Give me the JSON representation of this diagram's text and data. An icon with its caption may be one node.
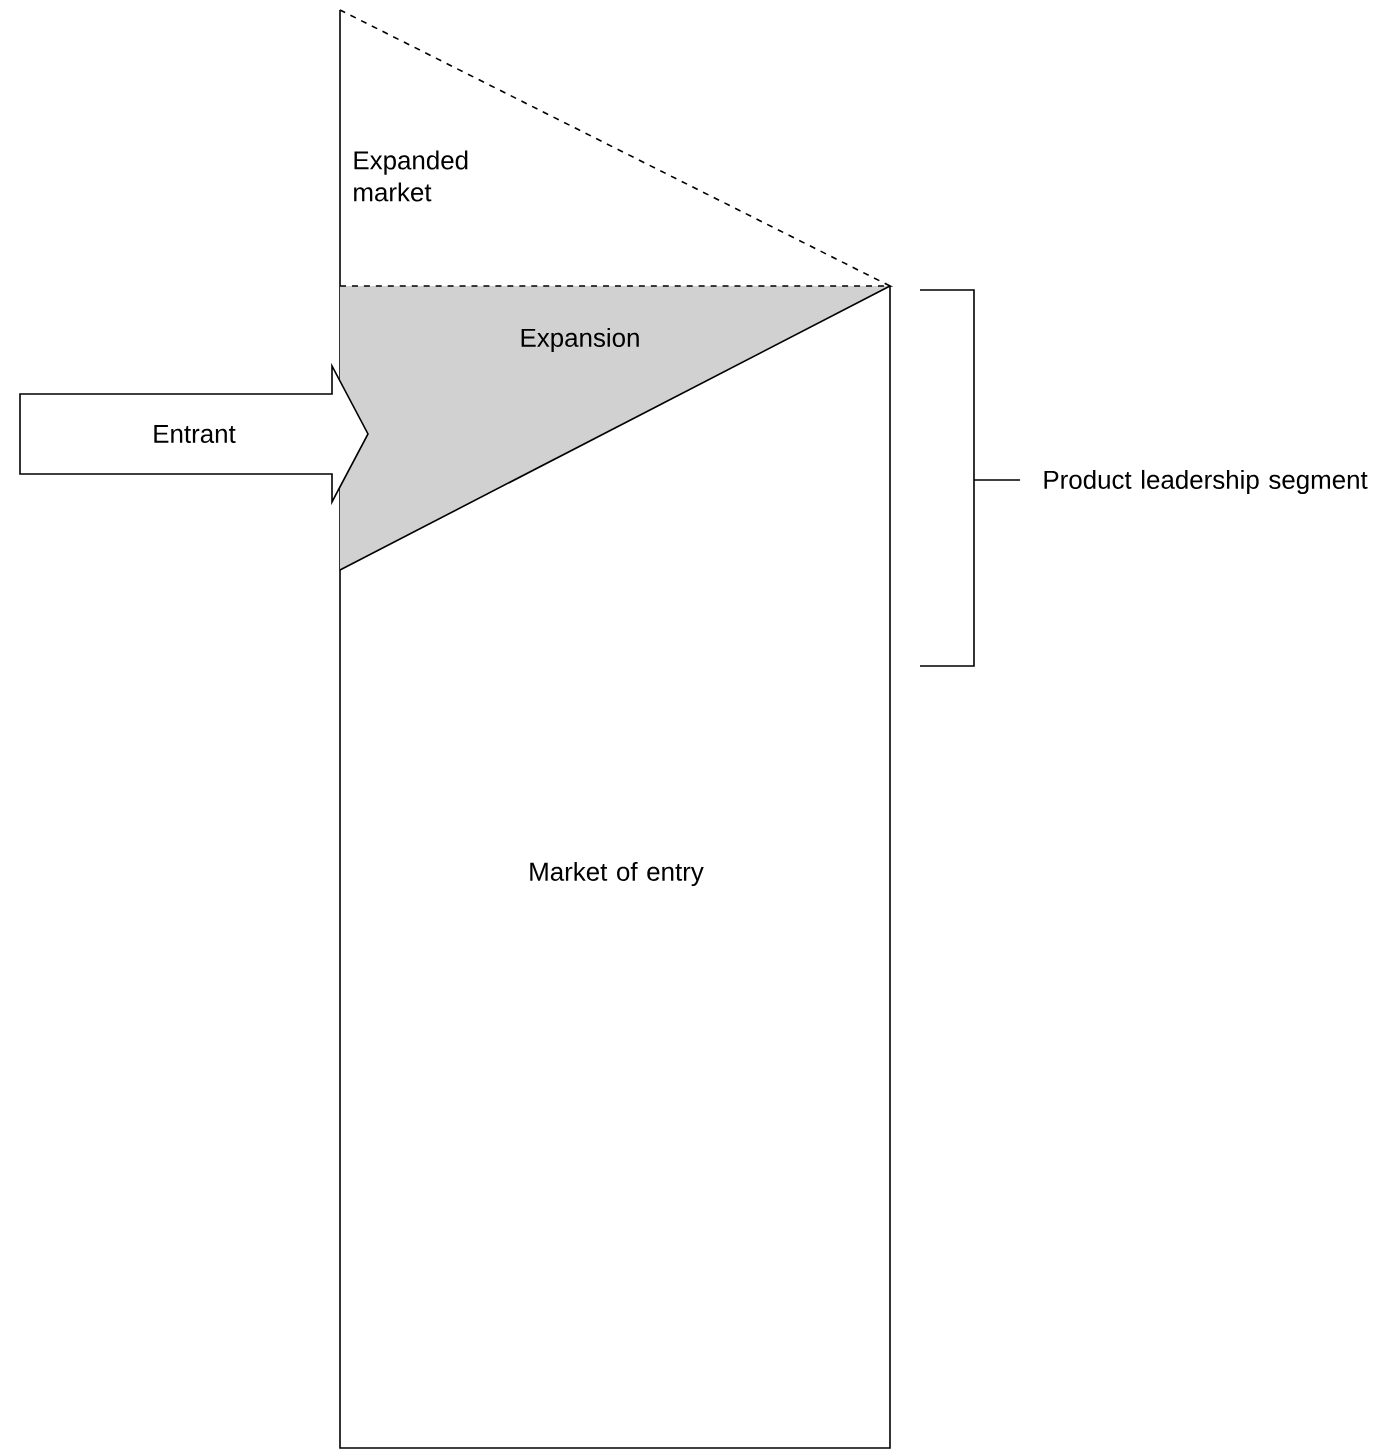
{
  "diagram": {
    "nodes": [
      {
        "text": [
          "Expanded market"
        ]
      },
      {
        "text": [
          "Expansion"
        ],
        "in": 3
      },
      {
        "text": [
          "Entrant"
        ]
      },
      {
        "text": [
          "Market of entry"
        ]
      }
    ],
    "labels": [
      "Product leadership segment"
    ]
  }
}
